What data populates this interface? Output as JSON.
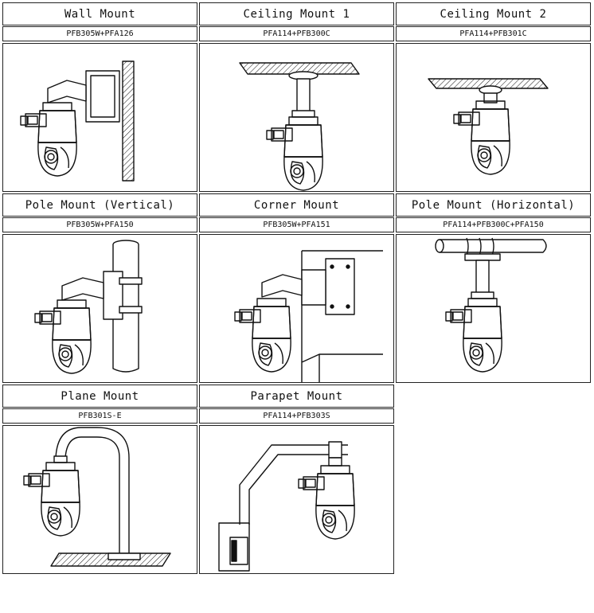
{
  "mounts": [
    {
      "title": "Wall Mount",
      "model": "PFB305W+PFA126",
      "figure": "wall-mount-illustration"
    },
    {
      "title": "Ceiling Mount 1",
      "model": "PFA114+PFB300C",
      "figure": "ceiling-mount-1-illustration"
    },
    {
      "title": "Ceiling Mount 2",
      "model": "PFA114+PFB301C",
      "figure": "ceiling-mount-2-illustration"
    },
    {
      "title": "Pole Mount (Vertical)",
      "model": "PFB305W+PFA150",
      "figure": "pole-mount-vertical-illustration"
    },
    {
      "title": "Corner Mount",
      "model": "PFB305W+PFA151",
      "figure": "corner-mount-illustration"
    },
    {
      "title": "Pole Mount (Horizontal)",
      "model": "PFA114+PFB300C+PFA150",
      "figure": "pole-mount-horizontal-illustration"
    },
    {
      "title": "Plane Mount",
      "model": "PFB301S-E",
      "figure": "plane-mount-illustration"
    },
    {
      "title": "Parapet Mount",
      "model": "PFA114+PFB303S",
      "figure": "parapet-mount-illustration"
    }
  ],
  "colors": {
    "line": "#111111",
    "background": "#ffffff"
  }
}
